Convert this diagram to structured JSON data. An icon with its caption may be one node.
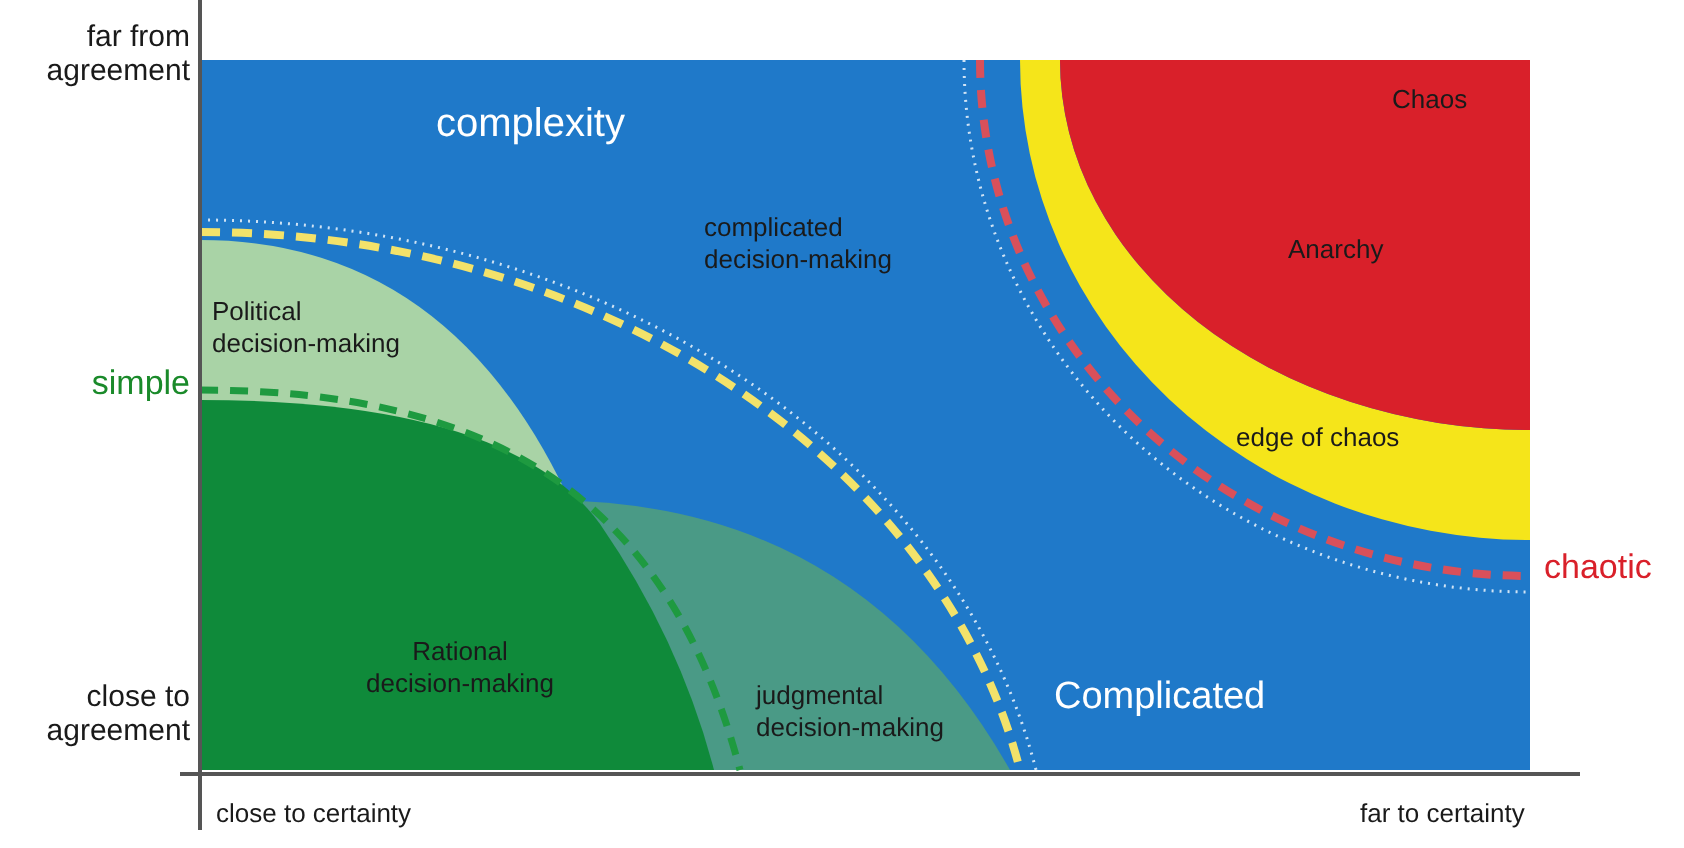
{
  "diagram": {
    "nodes": [
      {
        "text": [
          "complexity",
          "complicated decision-making",
          "Complicated"
        ]
      },
      {
        "text": [
          "edge of chaos"
        ],
        "in": 0
      },
      {
        "text": [
          "Chaos",
          "Anarchy"
        ],
        "in": 0
      },
      {
        "text": [
          "Political decision-making"
        ],
        "in": 0
      },
      {
        "text": [
          "judgmental decision-making"
        ],
        "in": 0
      },
      {
        "text": [
          "Rational decision-making"
        ],
        "in": 0
      }
    ],
    "labels": [
      "far from agreement",
      "simple",
      "close to agreement",
      "chaotic",
      "close to certainty",
      "far to certainty"
    ]
  }
}
